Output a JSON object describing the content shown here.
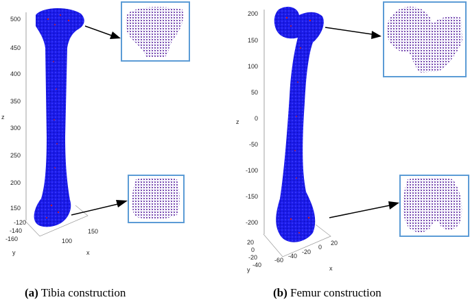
{
  "panels": [
    {
      "caption_label": "(a)",
      "caption_text": "Tibia construction",
      "z_axis_label": "z",
      "x_axis_label": "x",
      "y_axis_label": "y",
      "z_ticks": [
        "500",
        "450",
        "400",
        "350",
        "300",
        "250",
        "200",
        "150"
      ],
      "x_ticks": [
        "100",
        "150"
      ],
      "y_ticks": [
        "-120",
        "-140",
        "-160"
      ]
    },
    {
      "caption_label": "(b)",
      "caption_text": "Femur construction",
      "z_axis_label": "z",
      "x_axis_label": "x",
      "y_axis_label": "y",
      "z_ticks": [
        "200",
        "150",
        "100",
        "50",
        "0",
        "-50",
        "-100",
        "-150",
        "-200"
      ],
      "x_ticks": [
        "-60",
        "-40",
        "-20",
        "0",
        "20"
      ],
      "y_ticks": [
        "20",
        "0",
        "-20",
        "-40"
      ]
    }
  ],
  "colors": {
    "bone_blue": "#1414e6",
    "bone_red": "#d11a1a",
    "inset_border": "#5b9bd5",
    "inset_fill": "#7a3fa8",
    "arrow": "#000000"
  }
}
